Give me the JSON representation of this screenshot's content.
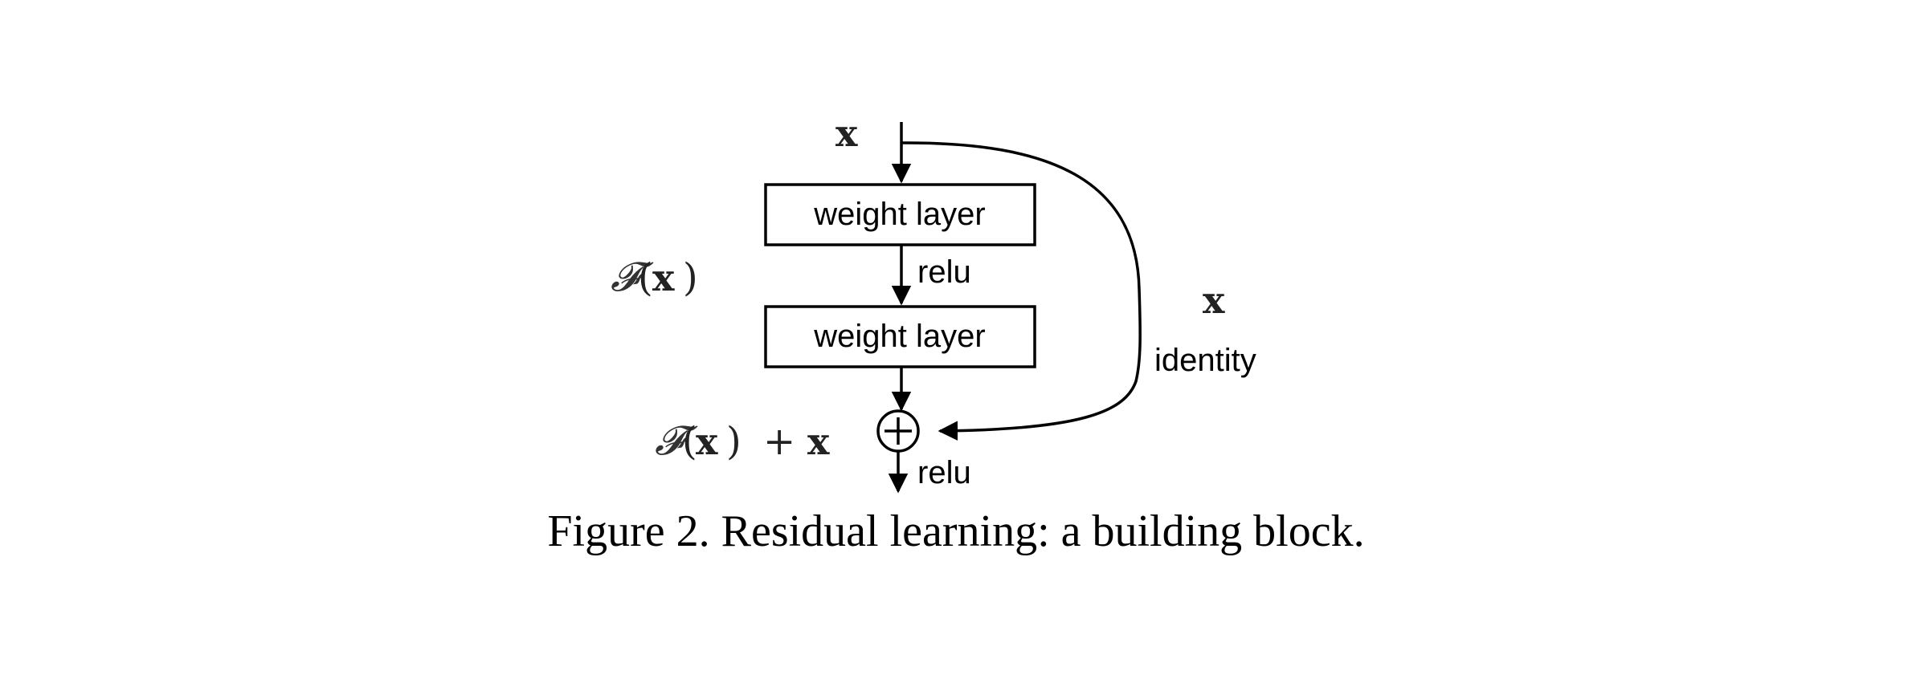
{
  "diagram": {
    "input_label": "x",
    "layer1_label": "weight layer",
    "layer2_label": "weight layer",
    "relu_mid_label": "relu",
    "relu_out_label": "relu",
    "residual_label_F": "𝓕",
    "residual_label_open": "(",
    "residual_label_x": "x",
    "residual_label_close": ")",
    "sum_label_F": "𝓕",
    "sum_label_open": "(",
    "sum_label_x": "x",
    "sum_label_close": ")",
    "sum_label_plus": "+",
    "sum_label_x2": "x",
    "skip_label_x": "x",
    "skip_label_identity": "identity",
    "sum_symbol": "+"
  },
  "caption": {
    "text": "Figure 2. Residual learning: a building block."
  }
}
